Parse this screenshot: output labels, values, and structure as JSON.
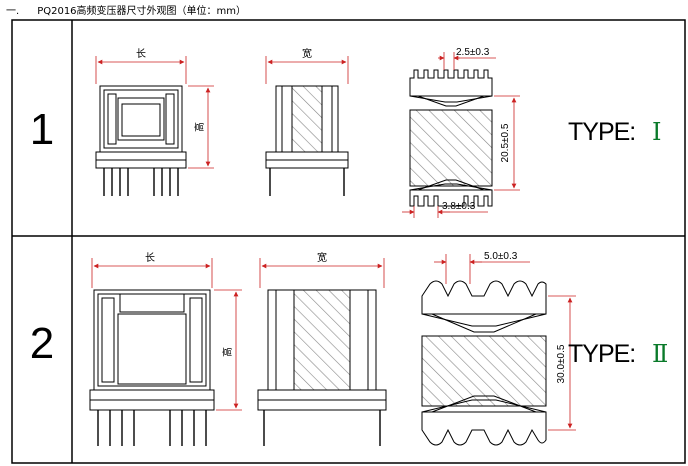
{
  "heading": {
    "number": "一.",
    "title": "PQ2016高频变压器尺寸外观图（单位：mm）"
  },
  "colors": {
    "dimension": "#cc2222",
    "line": "#000000",
    "hatch": "#777777",
    "roman": "#0a7a2a"
  },
  "rows": [
    {
      "number": "1",
      "views": {
        "length": "长",
        "width": "宽",
        "height": "高"
      },
      "dims": {
        "top": "2.5±0.3",
        "right": "20.5±0.5",
        "bottom": "3.8±0.3"
      },
      "type_label": "TYPE:",
      "type_numeral": "Ⅰ"
    },
    {
      "number": "2",
      "views": {
        "length": "长",
        "width": "宽",
        "height": "高"
      },
      "dims": {
        "top": "5.0±0.3",
        "left": "30.0±0.5"
      },
      "type_label": "TYPE:",
      "type_numeral": "Ⅱ"
    }
  ]
}
